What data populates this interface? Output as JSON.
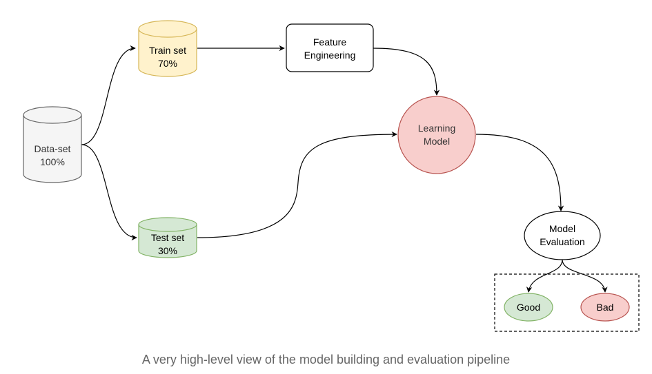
{
  "nodes": {
    "dataset": {
      "line1": "Data-set",
      "line2": "100%"
    },
    "train": {
      "line1": "Train set",
      "line2": "70%"
    },
    "test": {
      "line1": "Test set",
      "line2": "30%"
    },
    "feature": {
      "line1": "Feature",
      "line2": "Engineering"
    },
    "learning": {
      "line1": "Learning",
      "line2": "Model"
    },
    "evaluation": {
      "line1": "Model",
      "line2": "Evaluation"
    },
    "good": {
      "label": "Good"
    },
    "bad": {
      "label": "Bad"
    }
  },
  "colors": {
    "dataset_fill": "#f5f5f5",
    "dataset_stroke": "#666666",
    "train_fill": "#fff2cc",
    "train_stroke": "#d6b656",
    "test_fill": "#d5e8d4",
    "test_stroke": "#82b366",
    "learning_fill": "#f8cecc",
    "learning_stroke": "#b85450",
    "good_fill": "#d5e8d4",
    "good_stroke": "#82b366",
    "bad_fill": "#f8cecc",
    "bad_stroke": "#b85450",
    "edge": "#000000"
  },
  "caption": "A very high-level view of the model building and evaluation pipeline"
}
